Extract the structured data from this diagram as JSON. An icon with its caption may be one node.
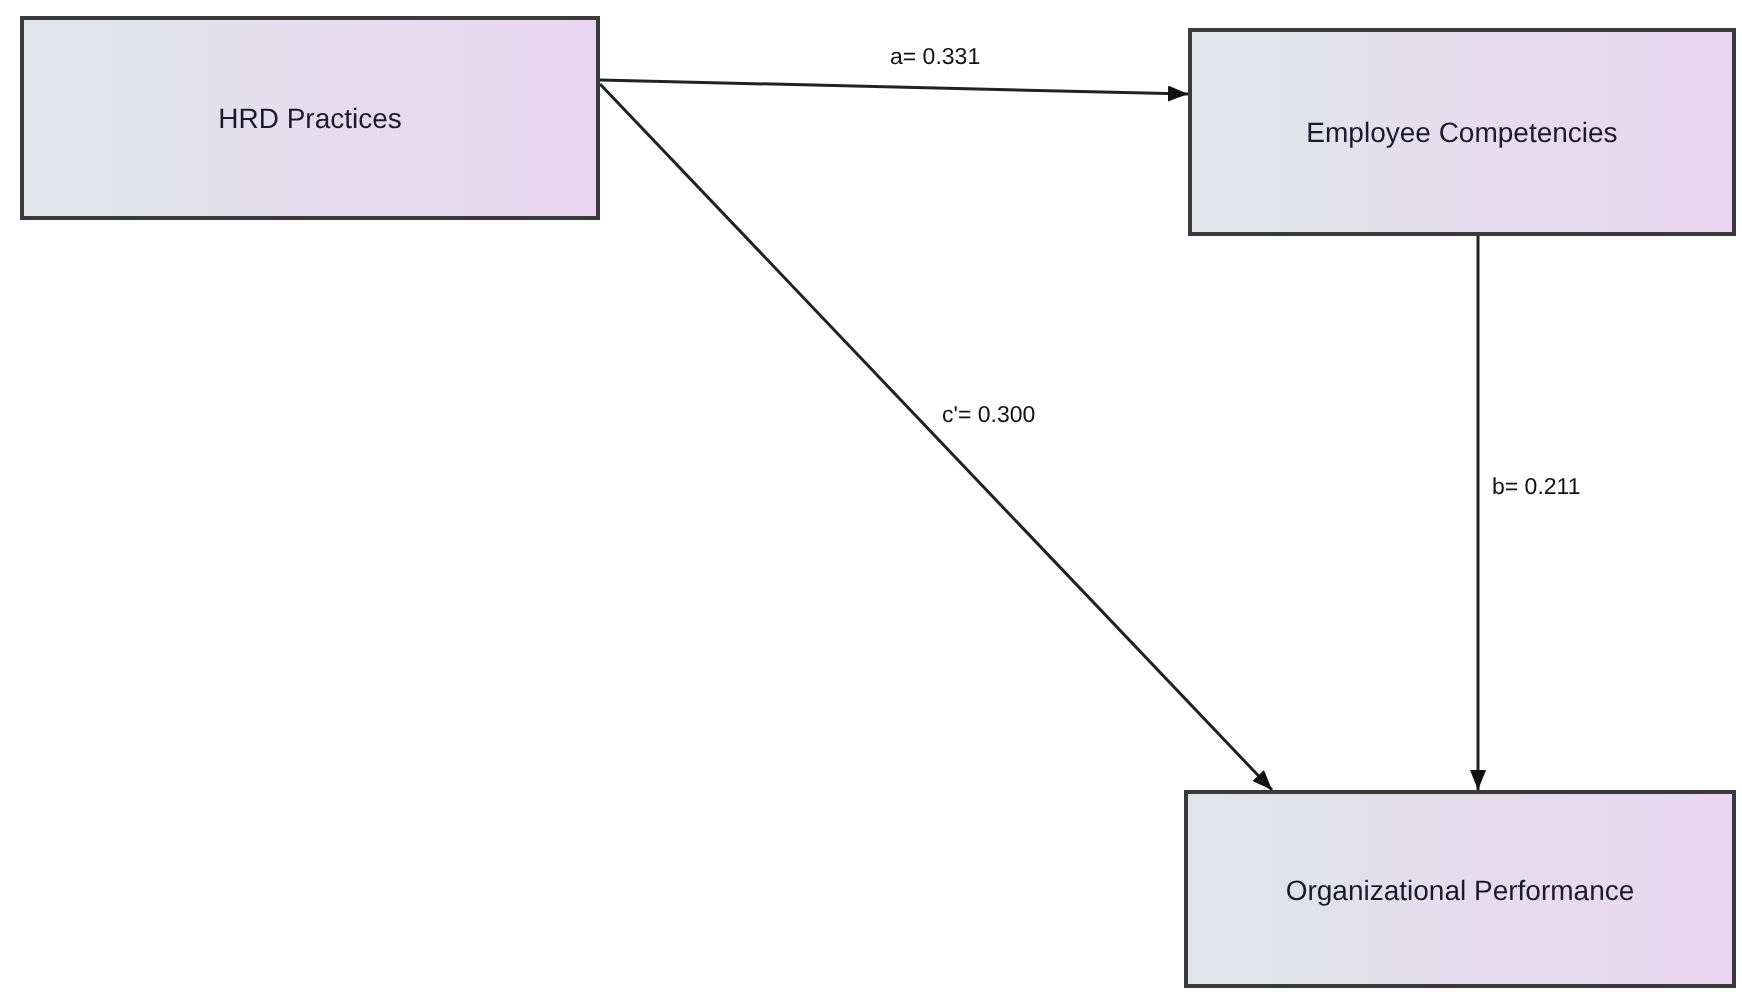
{
  "diagram": {
    "nodes": [
      {
        "text": [
          "HRD Practices"
        ]
      },
      {
        "text": [
          "Employee Competencies"
        ]
      },
      {
        "text": [
          "Organizational Performance"
        ]
      }
    ],
    "edges": [
      {
        "from": 0,
        "to": 1,
        "arrow": "to",
        "label": "a= 0.331"
      },
      {
        "from": 0,
        "to": 2,
        "arrow": "to",
        "label": "c'= 0.300"
      },
      {
        "from": 1,
        "to": 2,
        "arrow": "to",
        "label": "b= 0.211"
      }
    ]
  }
}
